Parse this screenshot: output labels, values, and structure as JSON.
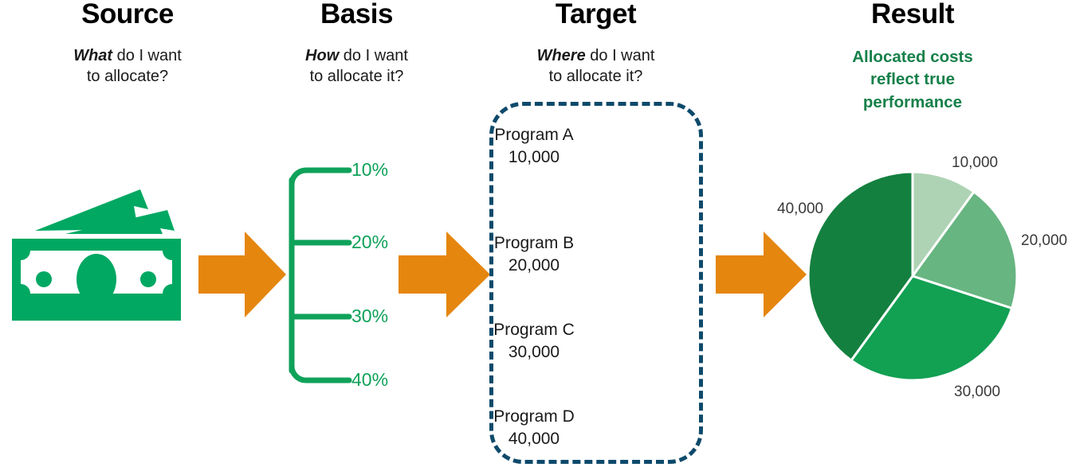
{
  "columns": [
    {
      "key": "source",
      "title": "Source",
      "sub_lead": "What",
      "sub_rest": " do I want",
      "sub_line2": "to allocate?"
    },
    {
      "key": "basis",
      "title": "Basis",
      "sub_lead": "How",
      "sub_rest": " do I want",
      "sub_line2": "to allocate it?"
    },
    {
      "key": "target",
      "title": "Target",
      "sub_lead": "Where",
      "sub_rest": " do I want",
      "sub_line2": "to allocate it?"
    },
    {
      "key": "result",
      "title": "Result",
      "sub_line1": "Allocated costs",
      "sub_line2": "reflect true",
      "sub_line3": "performance"
    }
  ],
  "source": {
    "icon": "money-stack-icon"
  },
  "basis": {
    "percentages": [
      "10%",
      "20%",
      "30%",
      "40%"
    ]
  },
  "target": {
    "programs": [
      {
        "name": "Program A",
        "amount": "10,000"
      },
      {
        "name": "Program B",
        "amount": "20,000"
      },
      {
        "name": "Program C",
        "amount": "30,000"
      },
      {
        "name": "Program D",
        "amount": "40,000"
      }
    ]
  },
  "arrows": [
    {
      "name": "arrow-source-to-basis"
    },
    {
      "name": "arrow-basis-to-target"
    },
    {
      "name": "arrow-target-to-result"
    }
  ],
  "chart_data": {
    "type": "pie",
    "title": "",
    "labels": [
      "10,000",
      "20,000",
      "30,000",
      "40,000"
    ],
    "values": [
      10000,
      20000,
      30000,
      40000
    ],
    "percentages": [
      10,
      20,
      30,
      40
    ],
    "colors": [
      "#aed3b4",
      "#67b581",
      "#12a053",
      "#14803f"
    ],
    "start_angle": 0,
    "direction": "clockwise",
    "slice_border_color": "#ffffff",
    "legend": "none",
    "data_labels": "outside"
  },
  "colors": {
    "money_green": "#00a862",
    "bracket_green": "#0fa25a",
    "percent_green": "#0fa25a",
    "arrow_orange": "#e5860f",
    "target_navy": "#0e4a6b",
    "result_green": "#17804a",
    "label_gray": "#3a3a3a",
    "text_black": "#1a1a1a"
  }
}
